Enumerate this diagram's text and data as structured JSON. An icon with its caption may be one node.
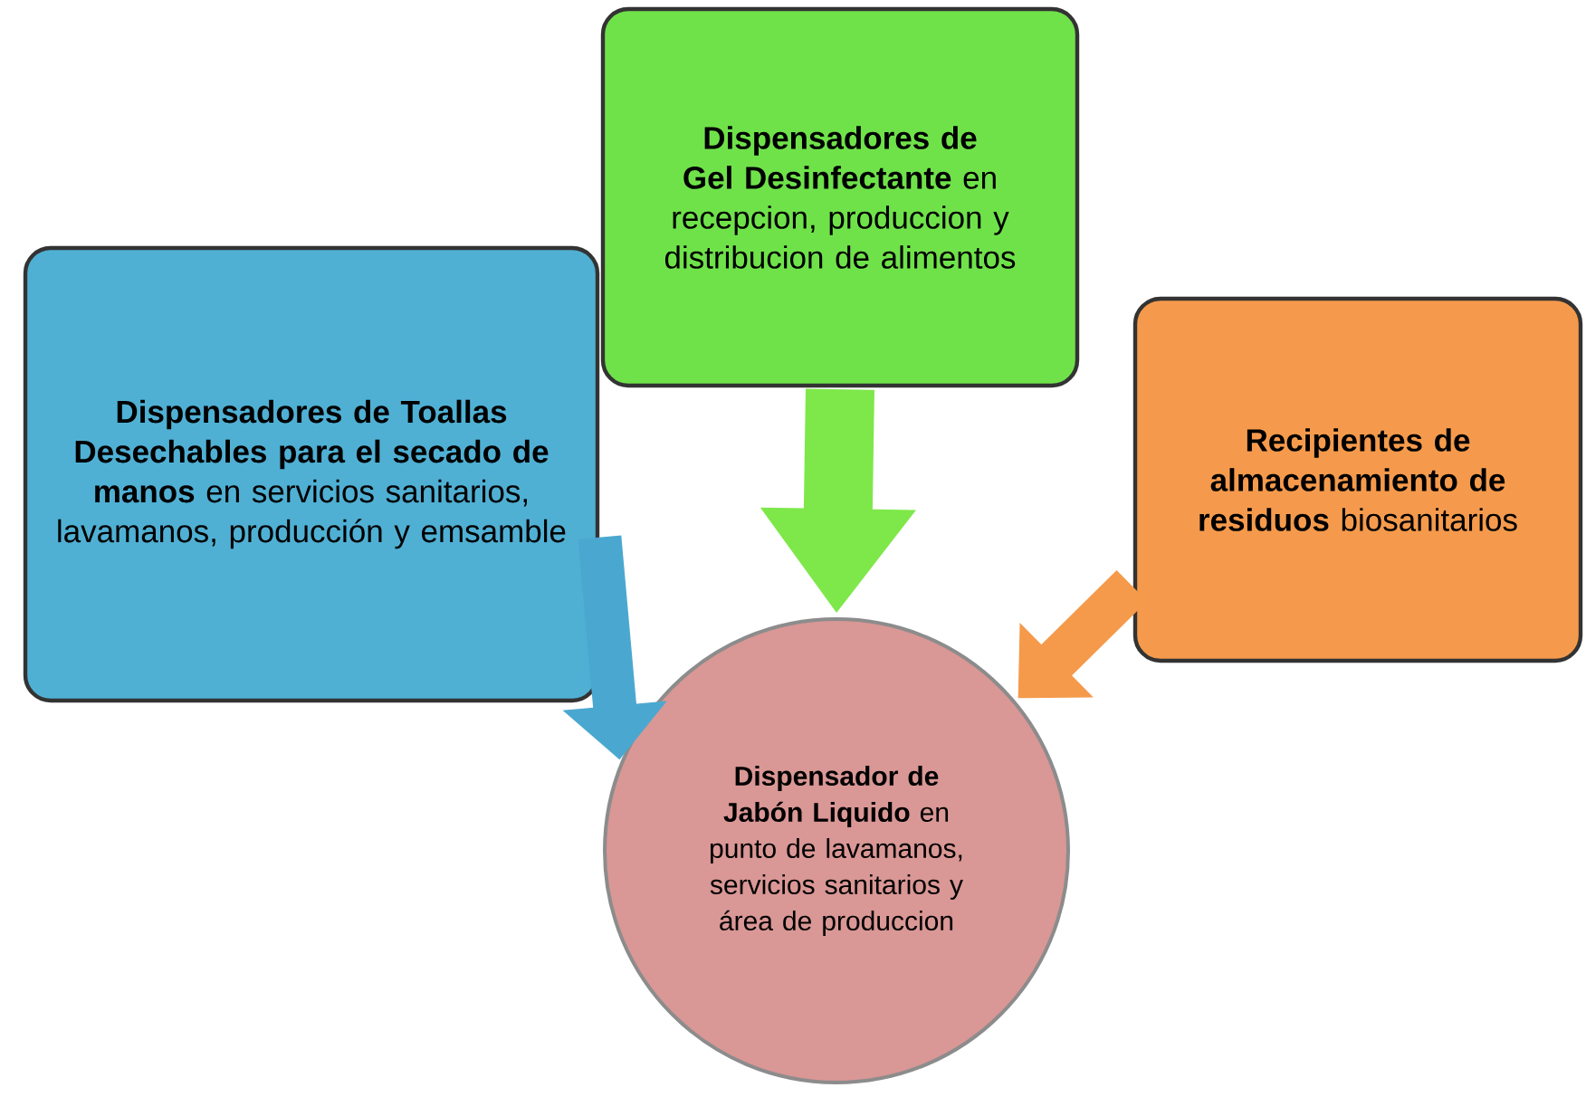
{
  "diagram": {
    "nodes": [
      {
        "text": [
          "**Dispensadores de Gel Desinfectante** en recepcion, produccion y distribucion de alimentos"
        ]
      },
      {
        "text": [
          "**Dispensadores de Toallas Desechables para el secado de manos** en servicios sanitarios, lavamanos, producción y emsamble"
        ]
      },
      {
        "text": [
          "**Recipientes de almacenamiento de residuos** biosanitarios"
        ]
      },
      {
        "text": [
          "**Dispensador de Jabón Liquido** en punto de lavamanos, servicios sanitarios y área de produccion"
        ]
      }
    ],
    "edges": [
      {
        "from": 0,
        "to": 3,
        "arrow": "to",
        "color": "#7ee84a"
      },
      {
        "from": 1,
        "to": 3,
        "arrow": "to",
        "color": "#4aa8d0"
      },
      {
        "from": 2,
        "to": 3,
        "arrow": "to",
        "color": "#f49a4a"
      }
    ]
  }
}
